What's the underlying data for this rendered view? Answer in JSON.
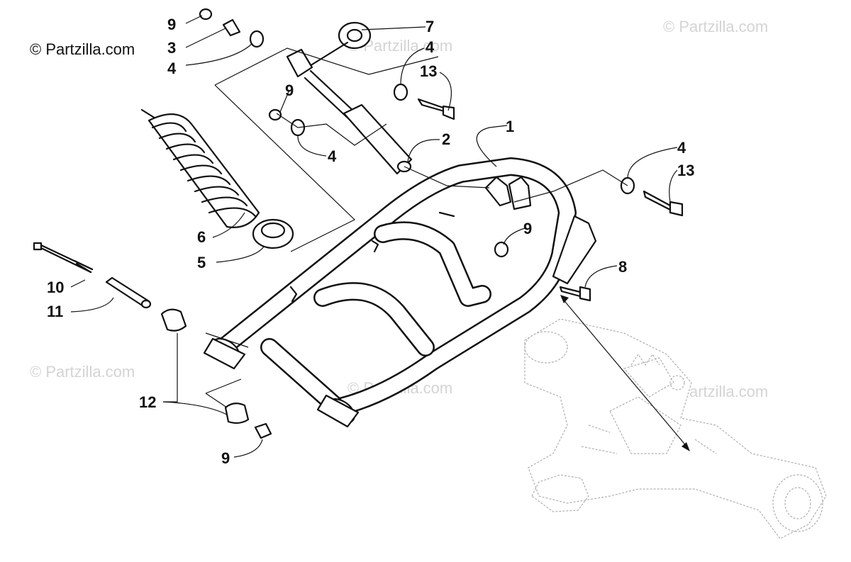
{
  "brand": {
    "text": "© Partzilla.com"
  },
  "watermarks": [
    "© Partzilla.com",
    "© Partzilla.com",
    "© Partzilla.com",
    "© Partzilla.com",
    "© Partzilla.com"
  ],
  "callouts": [
    "1",
    "2",
    "3",
    "4",
    "4",
    "4",
    "4",
    "5",
    "6",
    "7",
    "8",
    "9",
    "9",
    "9",
    "9",
    "10",
    "11",
    "12",
    "13",
    "13"
  ],
  "colors": {
    "line": "#111111",
    "ghost": "#b0b0b0",
    "watermark": "#d4d4d4",
    "background": "#ffffff"
  }
}
